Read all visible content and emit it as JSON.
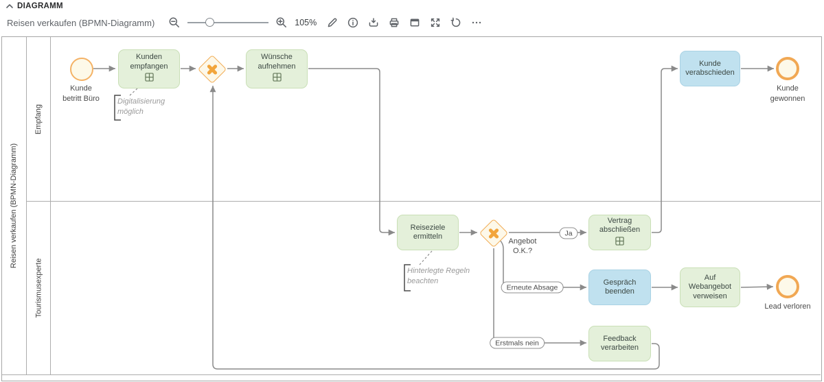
{
  "header": {
    "title": "DIAGRAMM"
  },
  "toolbar": {
    "title": "Reisen verkaufen (BPMN-Diagramm)",
    "zoom_level": "105%",
    "icons": [
      "zoom-out",
      "zoom-slider",
      "zoom-in",
      "edit-pencil",
      "info",
      "download",
      "print",
      "window",
      "fullscreen",
      "undo",
      "more"
    ]
  },
  "diagram": {
    "pool_label": "Reisen verkaufen (BPMN-Diagramm)",
    "lanes": [
      {
        "label": "Empfang"
      },
      {
        "label": "Tourismusexperte"
      }
    ],
    "nodes": {
      "start_event": {
        "label": "Kunde betritt Büro",
        "type": "start-event"
      },
      "kunden_empfangen": {
        "label": "Kunden empfangen",
        "type": "subprocess"
      },
      "wuensche_aufnehmen": {
        "label": "Wünsche aufnehmen",
        "type": "subprocess"
      },
      "kunde_verabschieden": {
        "label": "Kunde verabschieden",
        "type": "task"
      },
      "ende_kunde_gewonnen": {
        "label": "Kunde gewonnen",
        "type": "end-event"
      },
      "reiseziele_ermitteln": {
        "label": "Reiseziele ermitteln",
        "type": "task"
      },
      "gateway_angebot": {
        "label": "Angebot O.K.?",
        "type": "xor-gateway"
      },
      "vertrag_abschliessen": {
        "label": "Vertrag abschließen",
        "type": "subprocess"
      },
      "gespraech_beenden": {
        "label": "Gespräch beenden",
        "type": "task"
      },
      "auf_webangebot_verweisen": {
        "label": "Auf Webangebot verweisen",
        "type": "task"
      },
      "ende_lead_verloren": {
        "label": "Lead verloren",
        "type": "end-event"
      },
      "feedback_verarbeiten": {
        "label": "Feedback verarbeiten",
        "type": "task"
      }
    },
    "edge_labels": {
      "ja": "Ja",
      "erneute_absage": "Erneute Absage",
      "erstmals_nein": "Erstmals nein"
    },
    "annotations": [
      {
        "text": "Digitalisierung möglich"
      },
      {
        "text": "Hinterlegte Regeln beachten"
      }
    ],
    "colors": {
      "task_green": "#e4f0da",
      "task_blue": "#c0e1ef",
      "event_stroke": "#f1a854",
      "gateway_stroke": "#f2ae57",
      "gateway_x": "#f2a53c",
      "flow": "#8a8a8a"
    }
  }
}
